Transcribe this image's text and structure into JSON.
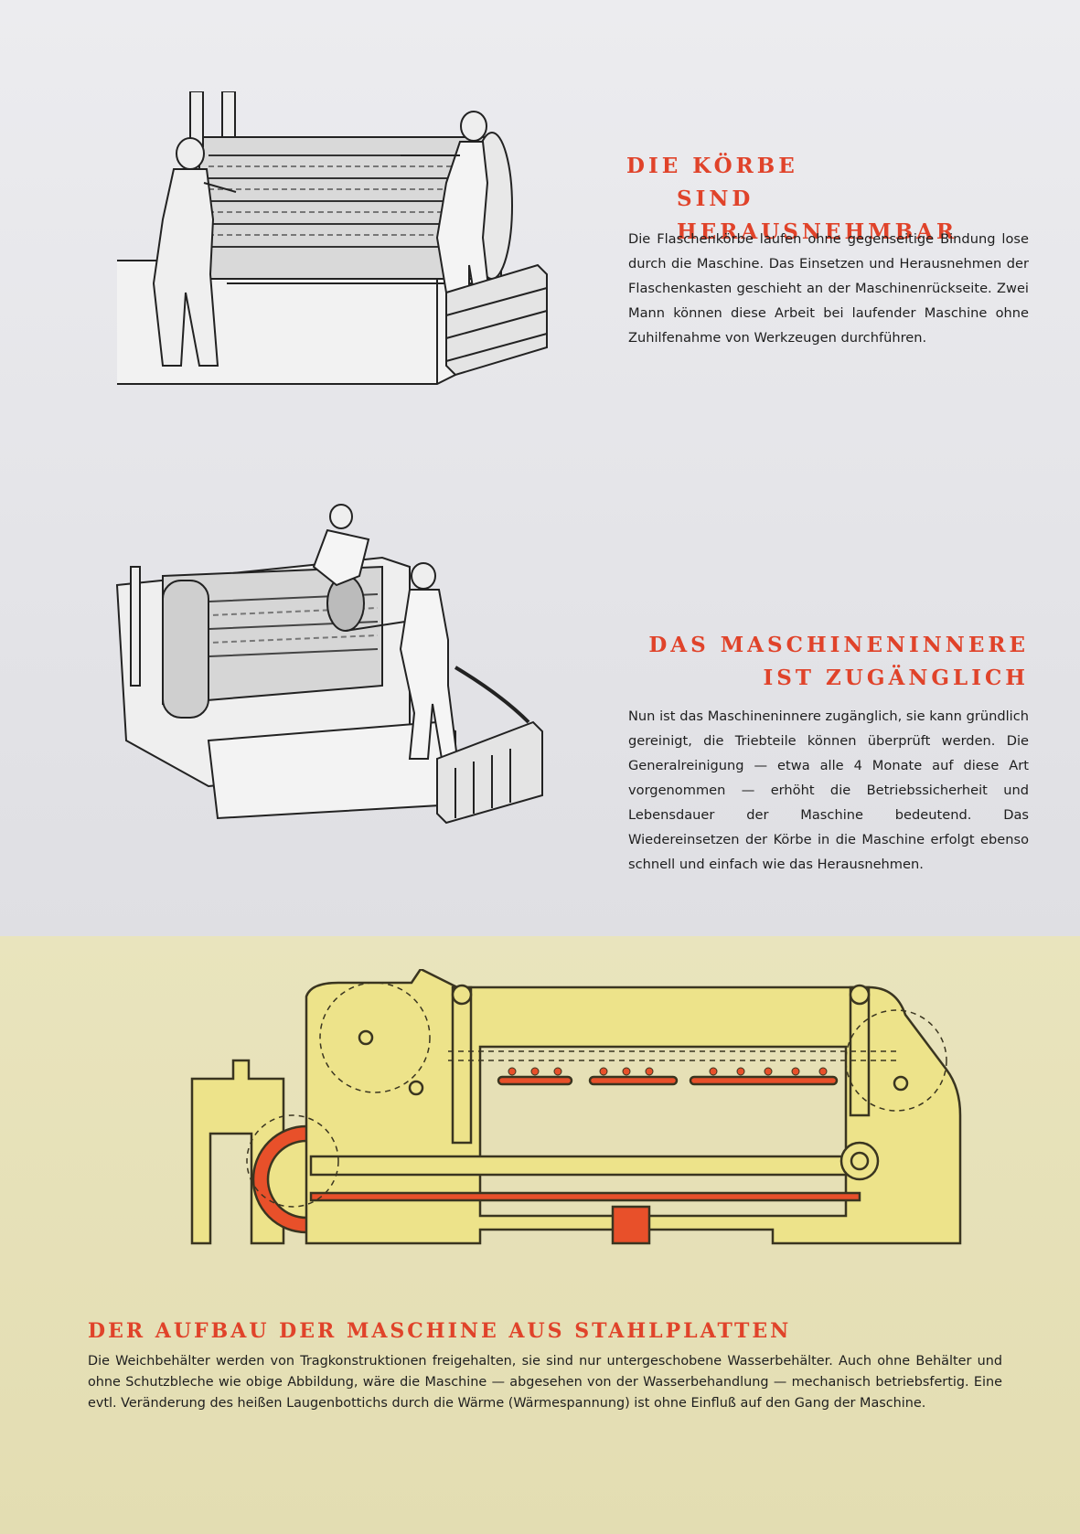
{
  "section1": {
    "heading_line1": "DIE KÖRBE",
    "heading_line2": "SIND HERAUSNEHMBAR",
    "text": "Die Flaschenkörbe laufen ohne gegenseitige Bindung lose durch die Maschine. Das Einsetzen und Herausnehmen der Flaschenkasten geschieht an der Maschinenrückseite. Zwei Mann können diese Arbeit bei laufender Maschine ohne Zuhilfenahme von Werkzeugen durchführen."
  },
  "section2": {
    "heading_line1": "DAS MASCHINENINNERE",
    "heading_line2": "IST ZUGÄNGLICH",
    "text": "Nun ist das Maschineninnere zugänglich, sie kann gründlich gereinigt, die Triebteile können überprüft werden. Die Generalreinigung — etwa alle 4 Monate auf diese Art vorgenommen — erhöht die Betriebssicherheit und Lebensdauer der Maschine bedeutend. Das Wiedereinsetzen der Körbe in die Maschine erfolgt ebenso schnell und einfach wie das Herausnehmen."
  },
  "section3": {
    "heading": "DER AUFBAU DER MASCHINE AUS STAHLPLATTEN",
    "text": "Die Weichbehälter werden von Tragkonstruktionen freigehalten, sie sind nur untergeschobene Wasserbehälter. Auch ohne Behälter und ohne Schutzbleche wie obige Abbildung, wäre die Maschine — abgesehen von der Wasserbehandlung — mechanisch betriebsfertig. Eine evtl. Veränderung des heißen Laugenbottichs durch die Wärme (Wärmespannung) ist ohne Einfluß auf den Gang der Maschine."
  },
  "colors": {
    "accent_red": "#e0432a",
    "diagram_yellow": "#ede38a",
    "diagram_orange": "#e8502a",
    "panel_cream": "#e6e0b6",
    "paper_grey": "#e6e6ea"
  }
}
